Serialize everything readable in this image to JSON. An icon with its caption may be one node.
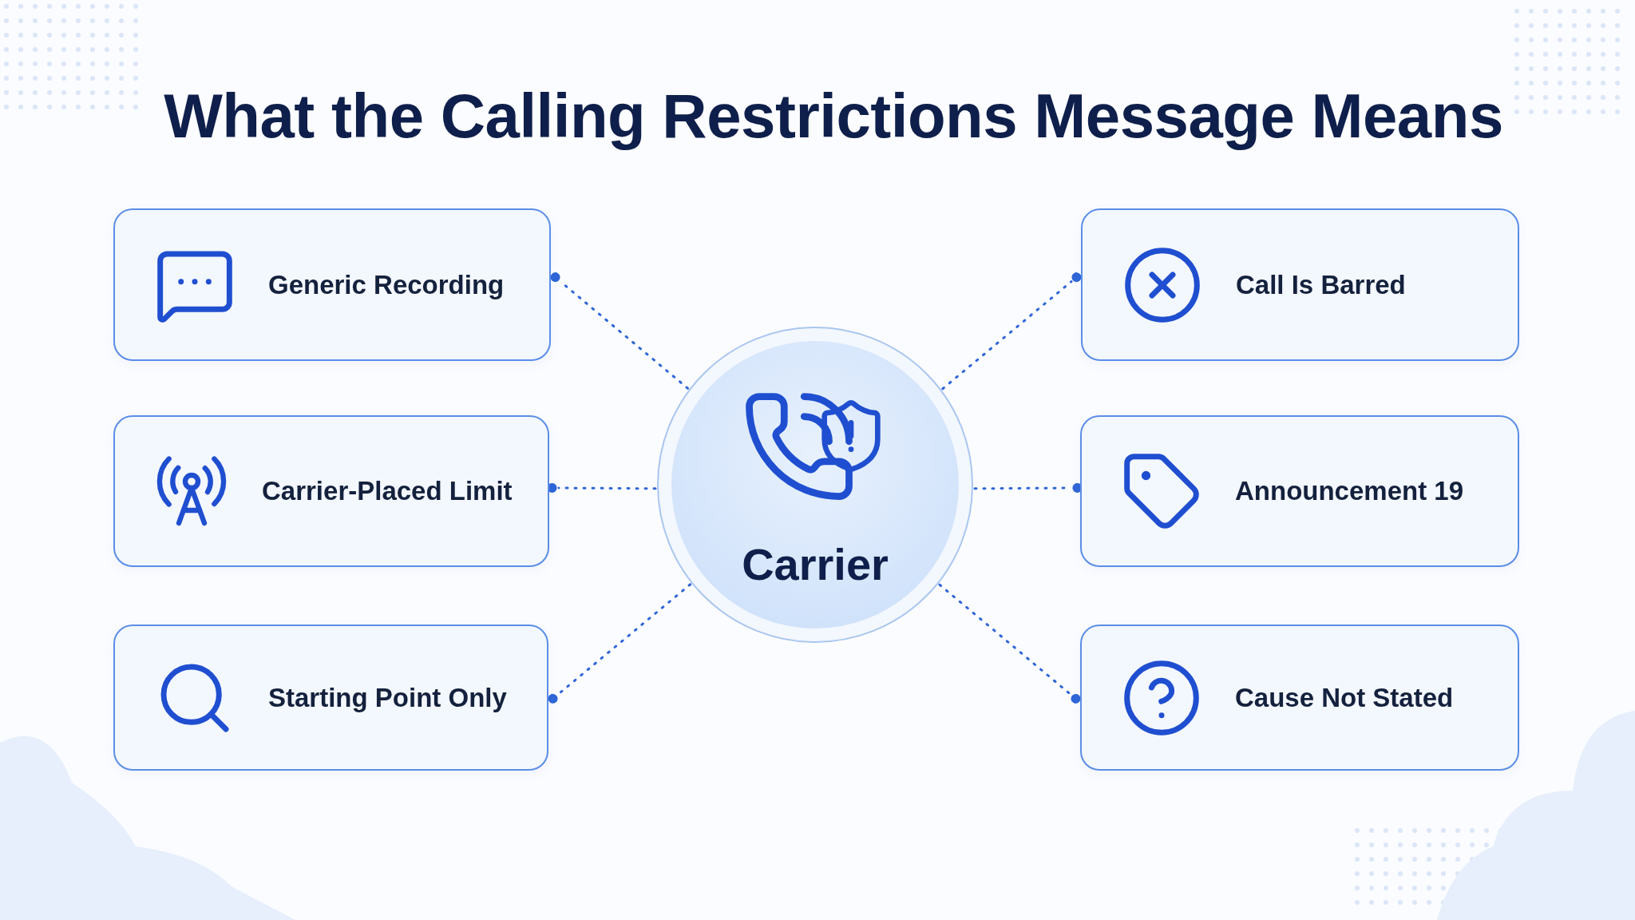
{
  "diagram": {
    "title": "What the Calling Restrictions Message Means",
    "nodes": [
      {
        "text": [
          "Generic Recording"
        ]
      },
      {
        "text": [
          "Call Is Barred"
        ]
      },
      {
        "text": [
          "Carrier-Placed Limit"
        ]
      },
      {
        "text": [
          "Carrier"
        ]
      },
      {
        "text": [
          "Announcement 19"
        ]
      },
      {
        "text": [
          "Starting Point Only"
        ]
      },
      {
        "text": [
          "Cause Not Stated"
        ]
      }
    ],
    "edges": [
      {
        "from": 3,
        "to": 0,
        "arrow": "other",
        "style": "dashed"
      },
      {
        "from": 3,
        "to": 1,
        "arrow": "other",
        "style": "dashed"
      },
      {
        "from": 3,
        "to": 2,
        "arrow": "other",
        "style": "dashed"
      },
      {
        "from": 3,
        "to": 4,
        "arrow": "other",
        "style": "dashed"
      },
      {
        "from": 3,
        "to": 5,
        "arrow": "other",
        "style": "dashed"
      },
      {
        "from": 3,
        "to": 6,
        "arrow": "other",
        "style": "dashed"
      }
    ]
  }
}
